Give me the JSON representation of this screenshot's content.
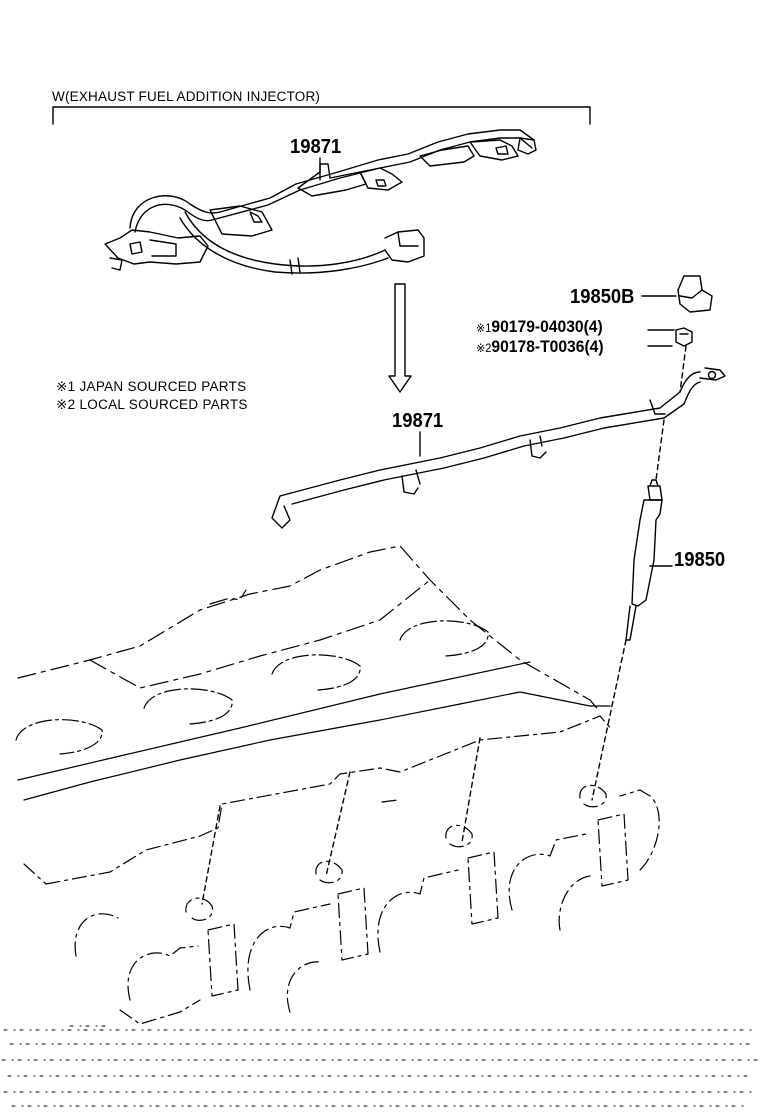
{
  "header": {
    "variant_label": "W(EXHAUST FUEL ADDITION INJECTOR)"
  },
  "parts": {
    "harness_upper": "19871",
    "wire_lower": "19871",
    "glow_plug": "19850",
    "connector": "19850B",
    "nut_1_mark": "※1",
    "nut_1_number": "90179-04030(4)",
    "nut_2_mark": "※2",
    "nut_2_number": "90178-T0036(4)"
  },
  "notes": [
    "※1 JAPAN SOURCED PARTS",
    "※2 LOCAL SOURCED PARTS"
  ]
}
